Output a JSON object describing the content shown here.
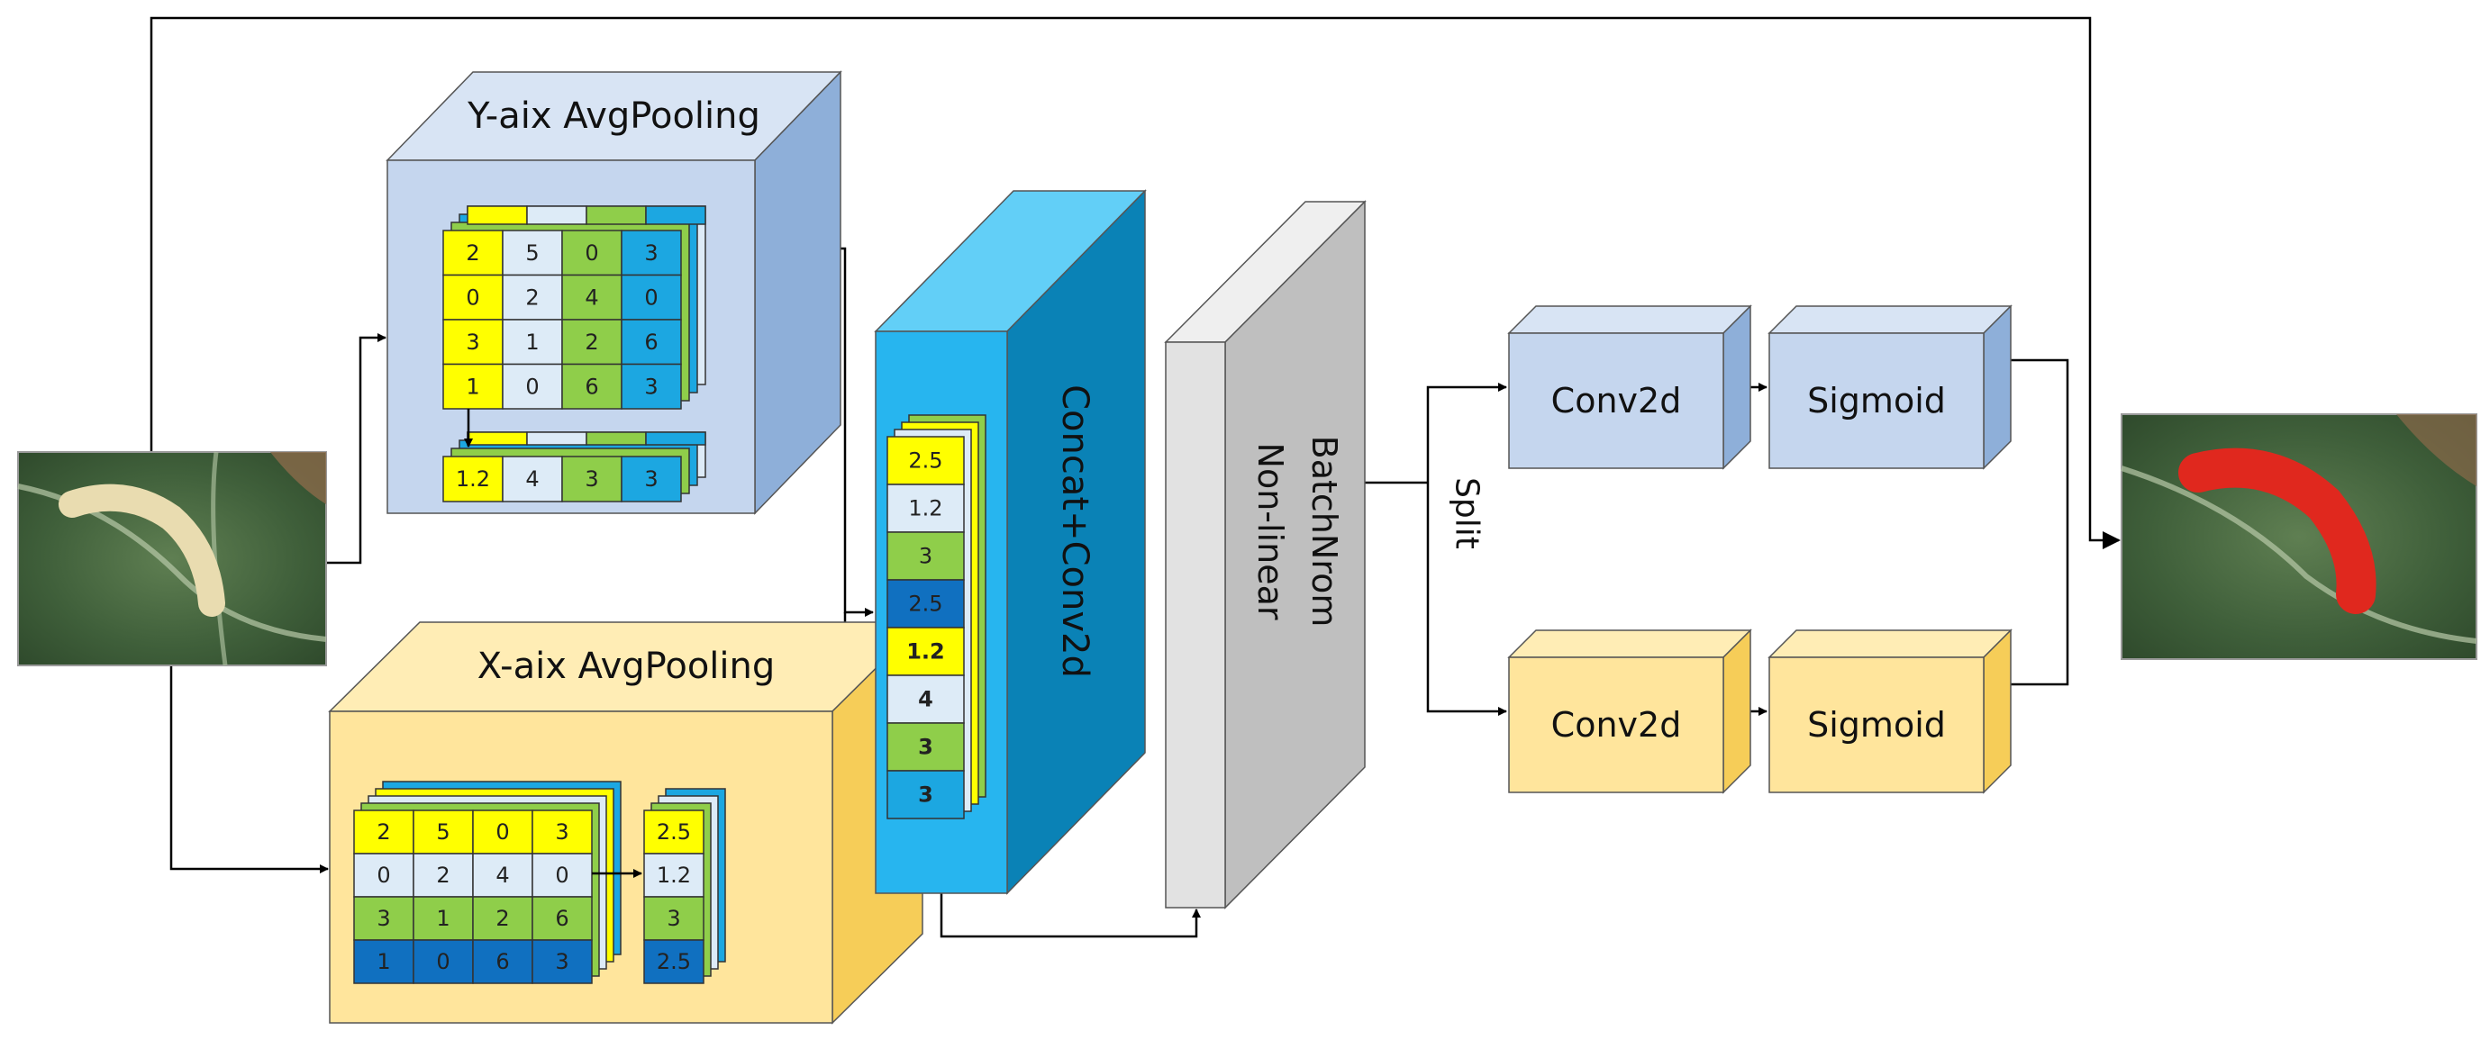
{
  "y_block": {
    "title": "Y-aix AvgPooling",
    "grid": [
      [
        "2",
        "5",
        "0",
        "3"
      ],
      [
        "0",
        "2",
        "4",
        "0"
      ],
      [
        "3",
        "1",
        "2",
        "6"
      ],
      [
        "1",
        "0",
        "6",
        "3"
      ]
    ],
    "pooled": [
      "1.2",
      "4",
      "3",
      "3"
    ]
  },
  "x_block": {
    "title": "X-aix AvgPooling",
    "grid": [
      [
        "2",
        "5",
        "0",
        "3"
      ],
      [
        "0",
        "2",
        "4",
        "0"
      ],
      [
        "3",
        "1",
        "2",
        "6"
      ],
      [
        "1",
        "0",
        "6",
        "3"
      ]
    ],
    "pooled": [
      "2.5",
      "1.2",
      "3",
      "2.5"
    ]
  },
  "concat_block": {
    "label": "Concat+Conv2d",
    "column": [
      "2.5",
      "1.2",
      "3",
      "2.5",
      "1.2",
      "4",
      "3",
      "3"
    ]
  },
  "batchnorm_block": {
    "line1": "BatchNrom",
    "line2": "Non-linear"
  },
  "split_label": "Split",
  "top_branch": {
    "conv": "Conv2d",
    "sigmoid": "Sigmoid"
  },
  "bottom_branch": {
    "conv": "Conv2d",
    "sigmoid": "Sigmoid"
  },
  "colors": {
    "yellow": "#FFFF00",
    "light": "#DDEBF7",
    "green": "#8FCE4A",
    "cyan": "#1CA7E1",
    "dark_blue": "#1070C0",
    "blue_front": "#C5D6EE",
    "blue_top": "#D8E4F4",
    "blue_side": "#8EAFD9",
    "gold_front": "#FFE59C",
    "gold_top": "#FFEDB5",
    "gold_side": "#F6CD58",
    "concat_front": "#27B5EF",
    "concat_top": "#62CFF7",
    "concat_side": "#0A82B6",
    "gray_front": "#E2E2E2",
    "gray_top": "#EFEFEF",
    "gray_side": "#BFBFBF",
    "mask_red": "#E0281E"
  }
}
